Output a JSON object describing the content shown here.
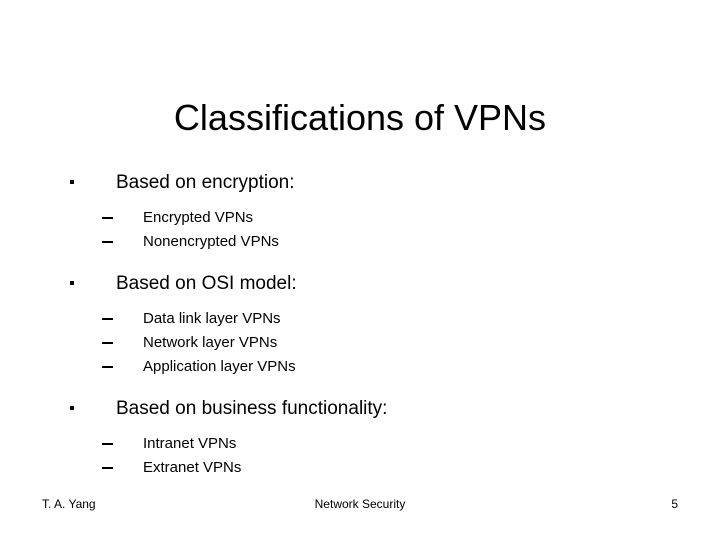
{
  "slide": {
    "title": "Classifications of VPNs",
    "bullets": [
      {
        "label": "Based on encryption:",
        "marker": "square-bullet",
        "children": [
          {
            "label": "Encrypted VPNs",
            "marker": "dash-bullet"
          },
          {
            "label": "Nonencrypted VPNs",
            "marker": "dash-bullet"
          }
        ]
      },
      {
        "label": "Based on OSI model:",
        "marker": "square-bullet",
        "children": [
          {
            "label": "Data link layer VPNs",
            "marker": "dash-bullet"
          },
          {
            "label": "Network layer VPNs",
            "marker": "dash-bullet"
          },
          {
            "label": "Application layer VPNs",
            "marker": "dash-bullet"
          }
        ]
      },
      {
        "label": "Based on business functionality:",
        "marker": "square-bullet",
        "children": [
          {
            "label": "Intranet VPNs",
            "marker": "dash-bullet"
          },
          {
            "label": "Extranet VPNs",
            "marker": "dash-bullet"
          }
        ]
      }
    ],
    "footer": {
      "author": "T. A. Yang",
      "course": "Network Security",
      "page_number": "5"
    },
    "colors": {
      "background": "#ffffff",
      "text": "#000000"
    }
  }
}
